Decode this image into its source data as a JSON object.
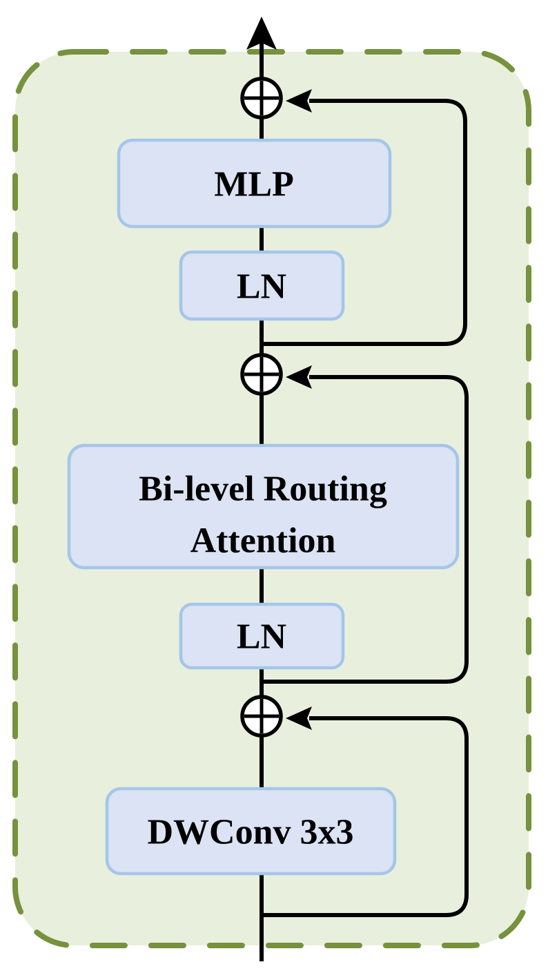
{
  "diagram": {
    "description": "Transformer-style block diagram: DWConv 3x3, LN + Bi-level Routing Attention, LN + MLP, each wrapped with a residual (element-wise add) skip connection inside a dashed rounded container; input enters at the bottom, output arrow exits at the top.",
    "blocks": [
      {
        "id": "mlp",
        "label": "MLP"
      },
      {
        "id": "ln-top",
        "label": "LN"
      },
      {
        "id": "attention",
        "label_line1": "Bi-level Routing",
        "label_line2": "Attention"
      },
      {
        "id": "ln-bottom",
        "label": "LN"
      },
      {
        "id": "dwconv",
        "label": "DWConv 3x3"
      }
    ],
    "operators": [
      {
        "id": "add-top",
        "symbol": "⊕",
        "meaning": "element-wise add (residual after MLP)"
      },
      {
        "id": "add-middle",
        "symbol": "⊕",
        "meaning": "element-wise add (residual after attention)"
      },
      {
        "id": "add-bottom",
        "symbol": "⊕",
        "meaning": "element-wise add (residual after DWConv)"
      }
    ],
    "edges": [
      {
        "from": "input",
        "to": "dwconv"
      },
      {
        "from": "input",
        "to": "add-bottom",
        "type": "residual-skip"
      },
      {
        "from": "dwconv",
        "to": "add-bottom"
      },
      {
        "from": "add-bottom",
        "to": "ln-bottom"
      },
      {
        "from": "add-bottom",
        "to": "add-middle",
        "type": "residual-skip"
      },
      {
        "from": "ln-bottom",
        "to": "attention"
      },
      {
        "from": "attention",
        "to": "add-middle"
      },
      {
        "from": "add-middle",
        "to": "ln-top"
      },
      {
        "from": "add-middle",
        "to": "add-top",
        "type": "residual-skip"
      },
      {
        "from": "ln-top",
        "to": "mlp"
      },
      {
        "from": "mlp",
        "to": "add-top"
      },
      {
        "from": "add-top",
        "to": "output"
      }
    ],
    "colors": {
      "container_fill": "#e9efdd",
      "container_border": "#76923d",
      "block_fill": "#dbe3f4",
      "block_border": "#a4c6e8",
      "line": "#000000"
    }
  }
}
